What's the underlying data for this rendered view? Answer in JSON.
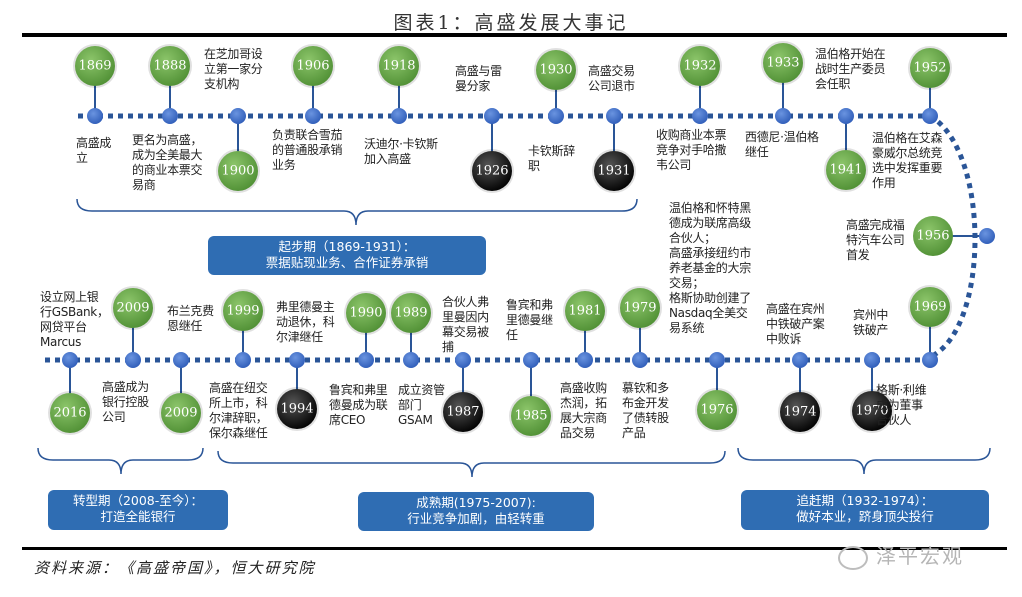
{
  "title": "图表1：高盛发展大事记",
  "source": "资料来源：《高盛帝国》，恒大研究院",
  "watermark": "泽平宏观",
  "colors": {
    "green": "#6aa84f",
    "black": "#111111",
    "node": "#3d6fc7",
    "line": "#2a5597",
    "period_box": "#2f6db3",
    "brace": "#2a5597"
  },
  "events_top": [
    {
      "year": "1869",
      "style": "green",
      "side": "above",
      "text": "高盛成\n立"
    },
    {
      "year": "1888",
      "style": "green",
      "side": "above",
      "text": "更名为高盛，\n成为全美最大\n的商业本票交\n易商"
    },
    {
      "year": "1900",
      "style": "green",
      "side": "below",
      "text": "在芝加哥设\n立第一家分\n支机构"
    },
    {
      "year": "1906",
      "style": "green",
      "side": "above",
      "text": "负责联合雪茄\n的普通股承销\n业务"
    },
    {
      "year": "1918",
      "style": "green",
      "side": "above",
      "text": "沃迪尔·卡钦斯\n加入高盛"
    },
    {
      "year": "1926",
      "style": "black",
      "side": "below",
      "text": "高盛与雷\n曼分家"
    },
    {
      "year": "1930",
      "style": "green",
      "side": "above",
      "text": "卡钦斯辞\n职"
    },
    {
      "year": "1931",
      "style": "black",
      "side": "below",
      "text": "高盛交易\n公司退市"
    },
    {
      "year": "1932",
      "style": "green",
      "side": "above",
      "text": "收购商业本票\n竞争对手哈撒\n韦公司"
    },
    {
      "year": "1933",
      "style": "green",
      "side": "above",
      "text": "西德尼·温伯格\n继任"
    },
    {
      "year": "1941",
      "style": "green",
      "side": "below",
      "text": "温伯格开始在\n战时生产委员\n会任职"
    },
    {
      "year": "1952",
      "style": "green",
      "side": "above",
      "text": "温伯格在艾森\n豪威尔总统竞\n选中发挥重要\n作用"
    }
  ],
  "events_right": [
    {
      "year": "1956",
      "style": "green",
      "text": "高盛完成福\n特汽车公司\n首发"
    }
  ],
  "events_bottom": [
    {
      "year": "2016",
      "style": "green",
      "side": "below",
      "text": "设立网上银\n行GSBank，\n网贷平台\nMarcus"
    },
    {
      "year": "2009",
      "style": "green",
      "side": "above",
      "text": "高盛成为\n银行控股\n公司"
    },
    {
      "year": "2009",
      "style": "green",
      "side": "below",
      "text": "布兰克费\n恩继任"
    },
    {
      "year": "1999",
      "style": "green",
      "side": "above",
      "text": "高盛在纽交\n所上市，科\n尔津辞职，\n保尔森继任"
    },
    {
      "year": "1994",
      "style": "black",
      "side": "below",
      "text": "弗里德曼主\n动退休，科\n尔津继任"
    },
    {
      "year": "1990",
      "style": "green",
      "side": "above",
      "text": "鲁宾和弗里\n德曼成为联\n席CEO"
    },
    {
      "year": "1989",
      "style": "green",
      "side": "above",
      "text": "成立资管\n部门\nGSAM"
    },
    {
      "year": "1987",
      "style": "black",
      "side": "below",
      "text": "合伙人弗\n里曼因内\n幕交易被\n捕"
    },
    {
      "year": "1985",
      "style": "green",
      "side": "below",
      "text": "鲁宾和弗\n里德曼继\n任"
    },
    {
      "year": "1981",
      "style": "green",
      "side": "above",
      "text": "高盛收购\n杰润，拓\n展大宗商\n品交易"
    },
    {
      "year": "1979",
      "style": "green",
      "side": "above",
      "text": "慕钦和多\n布金开发\n了债转股\n产品"
    },
    {
      "year": "1976",
      "style": "green",
      "side": "below",
      "text": "温伯格和怀特黑\n德成为联席高级\n合伙人；\n高盛承接纽约市\n养老基金的大宗\n交易；\n格斯协助创建了\nNasdaq全美交\n易系统"
    },
    {
      "year": "1974",
      "style": "black",
      "side": "below",
      "text": "高盛在宾州\n中铁破产案\n中败诉"
    },
    {
      "year": "1970",
      "style": "black",
      "side": "below",
      "text": "宾州中\n铁破产"
    },
    {
      "year": "1969",
      "style": "green",
      "side": "above",
      "text": "格斯·利维\n成为董事\n合伙人"
    }
  ],
  "periods": [
    {
      "title": "起步期（1869-1931）：",
      "subtitle": "票据贴现业务、合作证券承销"
    },
    {
      "title": "转型期（2008-至今）：",
      "subtitle": "打造全能银行"
    },
    {
      "title": "成熟期(1975-2007):",
      "subtitle": "行业竞争加剧，由轻转重"
    },
    {
      "title": "追赶期（1932-1974）：",
      "subtitle": "做好本业，跻身顶尖投行"
    }
  ]
}
